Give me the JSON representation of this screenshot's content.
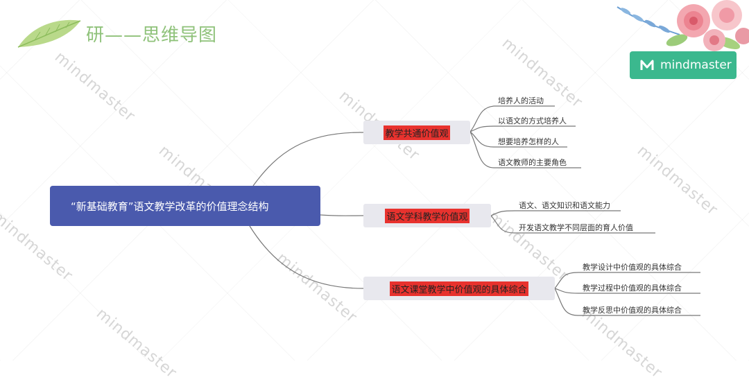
{
  "header": {
    "title": "研——思维导图",
    "brand_label": "mindmaster",
    "watermark": "mindmaster"
  },
  "mindmap": {
    "root": "“新基础教育”语文教学改革的价值理念结构",
    "branches": [
      {
        "label": "教学共通价值观",
        "children": [
          "培养人的活动",
          "以语文的方式培养人",
          "想要培养怎样的人",
          "语文教师的主要角色"
        ]
      },
      {
        "label": "语文学科教学价值观",
        "children": [
          "语文、语文知识和语文能力",
          "开发语文教学不同层面的育人价值"
        ]
      },
      {
        "label": "语文课堂教学中价值观的具体综合",
        "children": [
          "教学设计中价值观的具体综合",
          "教学过程中价值观的具体综合",
          "教学反思中价值观的具体综合"
        ]
      }
    ]
  },
  "colors": {
    "root_fill": "#4a5aad",
    "branch_fill": "#e8e8ee",
    "branch_highlight": "#e8322e",
    "brand_green": "#3bb88e",
    "title_green": "#8fc27a",
    "connector": "#777777"
  }
}
